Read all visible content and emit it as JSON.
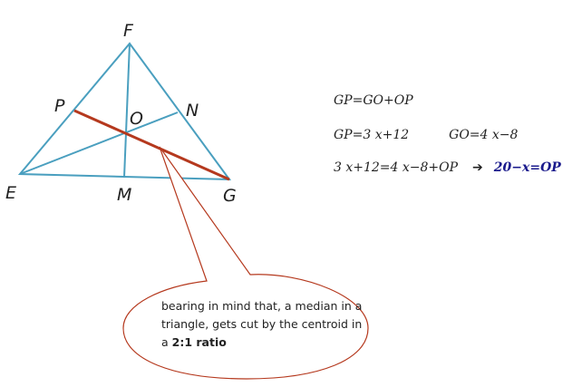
{
  "figure": {
    "vertices": {
      "E": "E",
      "F": "F",
      "G": "G",
      "M": "M",
      "N": "N",
      "O": "O",
      "P": "P"
    },
    "colors": {
      "triangle": "#4a9fbf",
      "highlight": "#b5391e",
      "callout_border": "#b5391e"
    }
  },
  "equations": {
    "line1": "GP=GO+OP",
    "line2_left": "GP=3 x+12",
    "line2_right": "GO=4 x−8",
    "line3_left": "3 x+12=4 x−8+OP",
    "line3_arrow": "➔",
    "line3_result": "20−x=OP"
  },
  "callout": {
    "text_before": "bearing in mind that, a median in a triangle, gets cut by the centroid in a ",
    "text_bold": "2:1 ratio"
  }
}
